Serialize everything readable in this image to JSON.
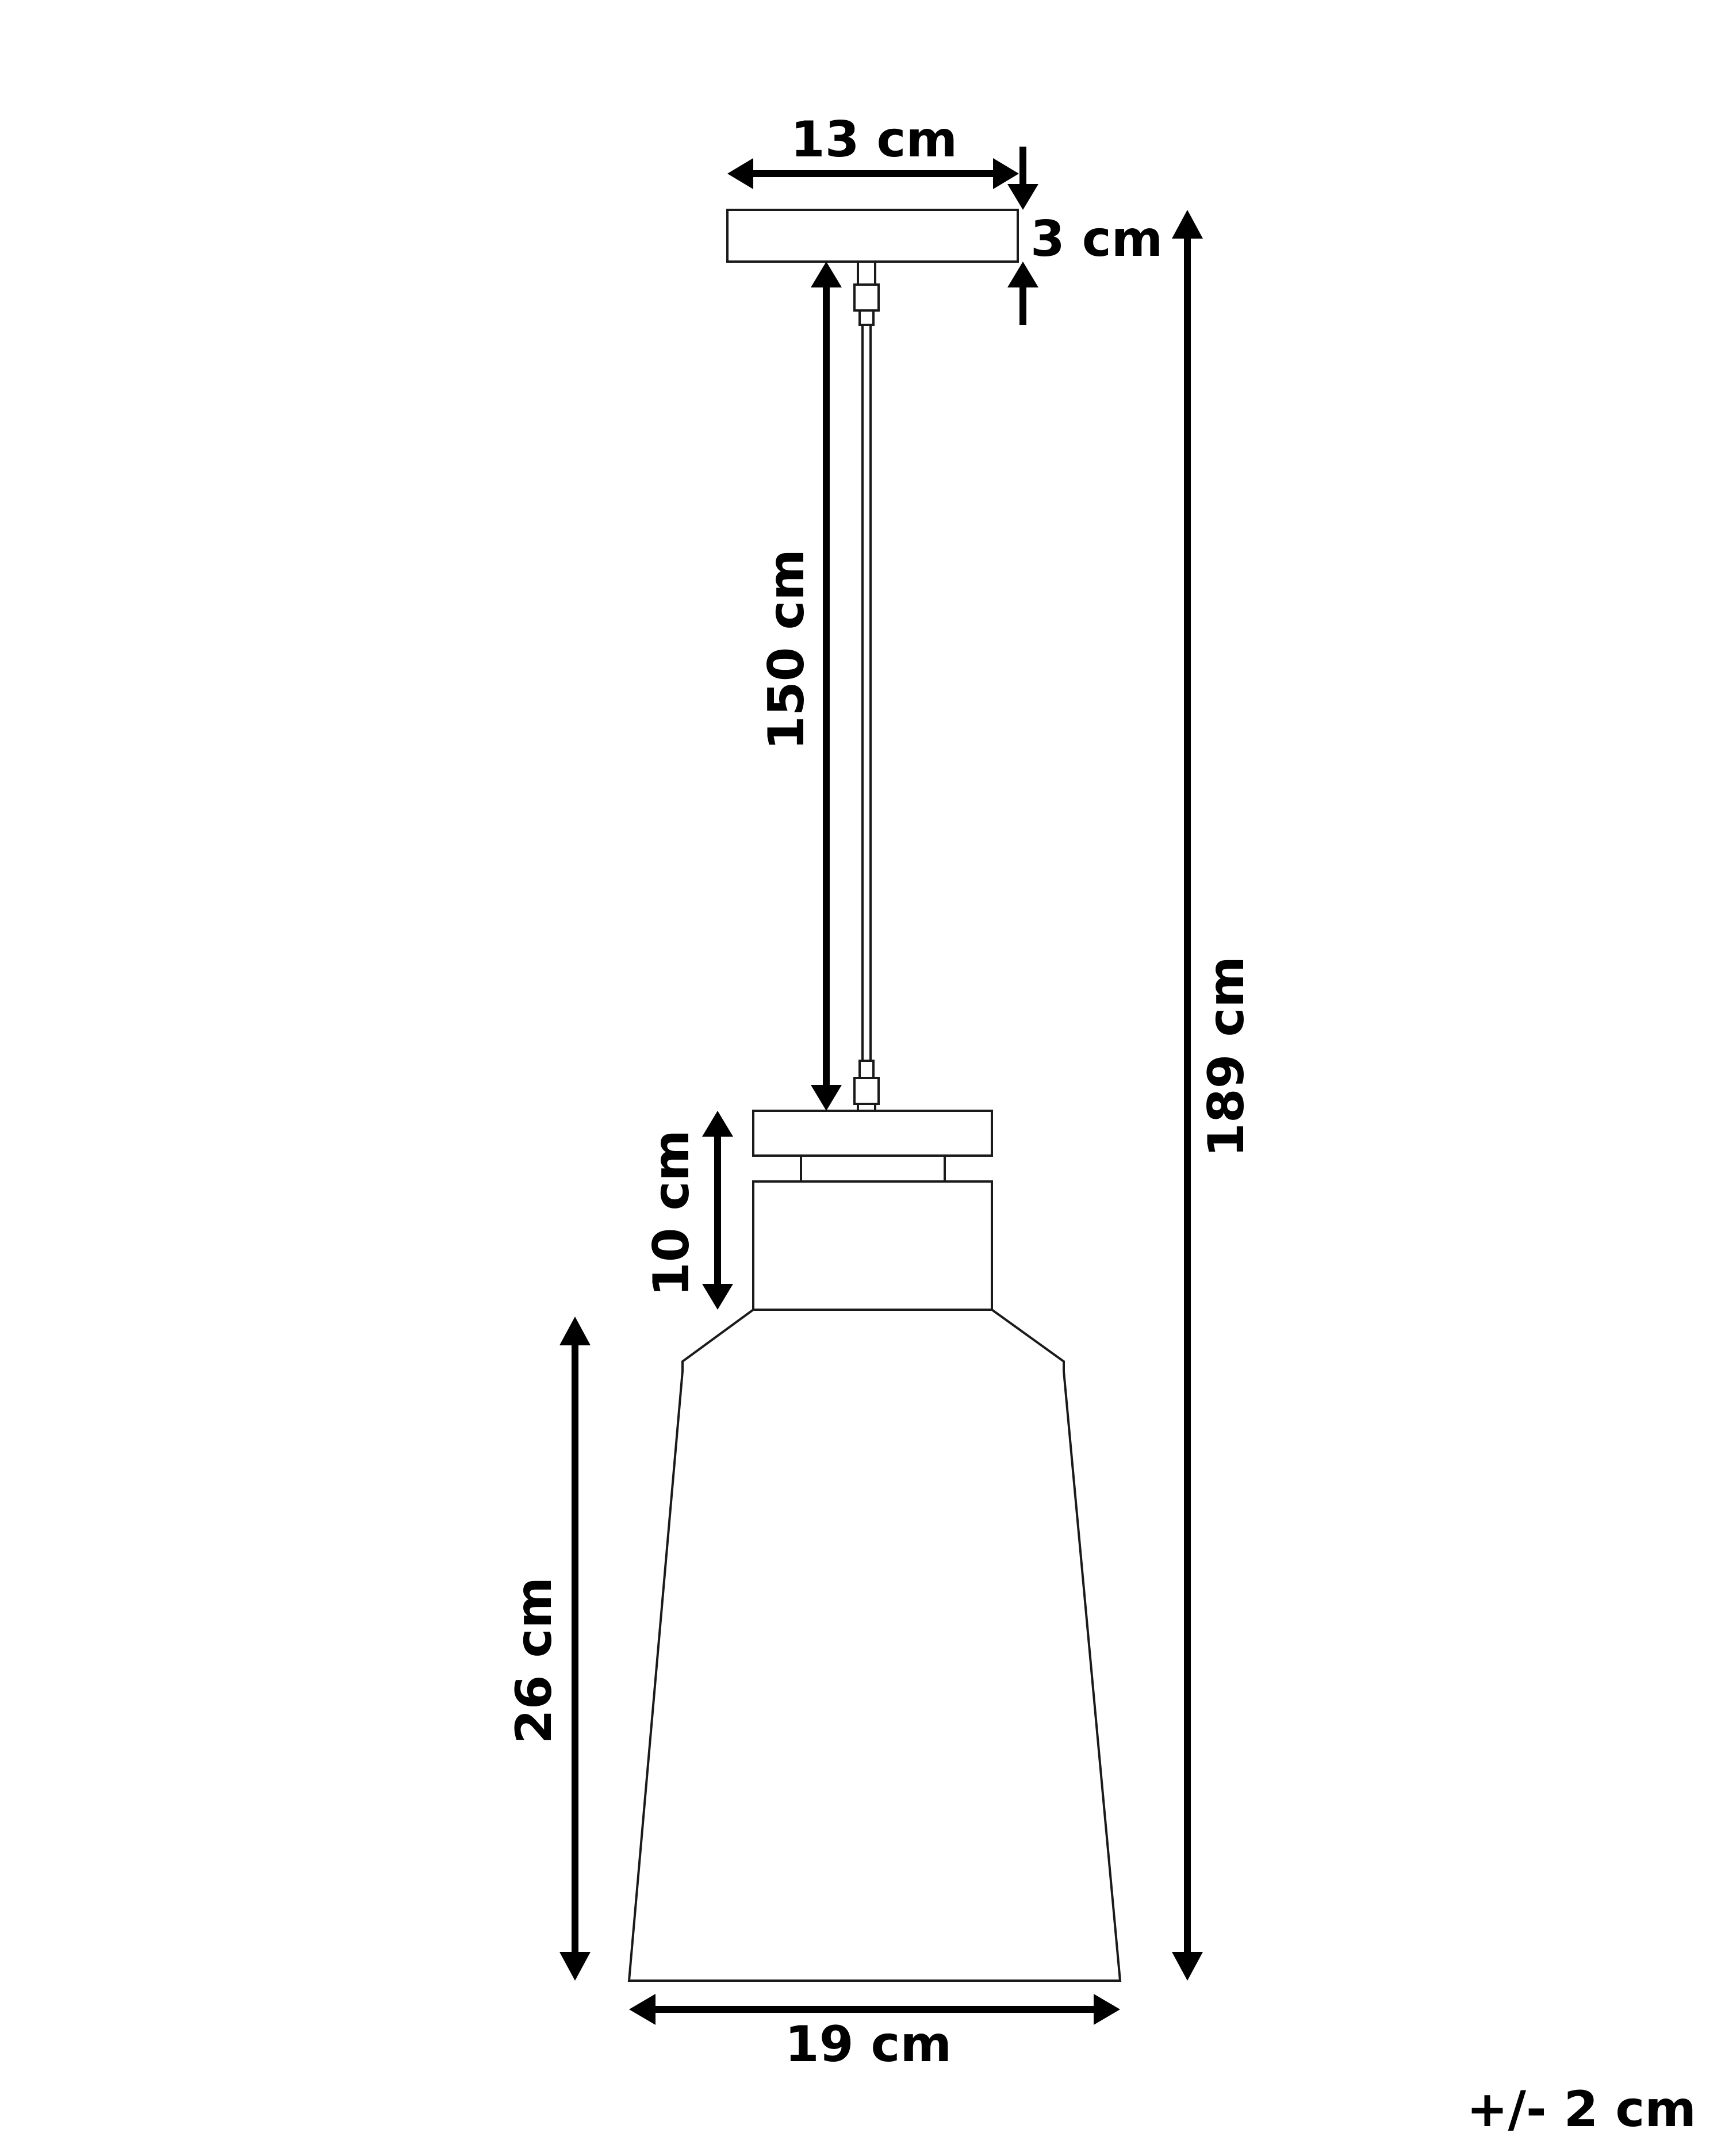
{
  "dimensions": {
    "canopy_width": "13 cm",
    "canopy_height": "3 cm",
    "cord_length": "150 cm",
    "total_height": "189 cm",
    "neck_height": "10 cm",
    "shade_height": "26 cm",
    "shade_width": "19 cm"
  },
  "tolerance": "+/- 2 cm",
  "colors": {
    "line": "#000000",
    "outline": "#1a1a1a",
    "background": "#ffffff"
  }
}
